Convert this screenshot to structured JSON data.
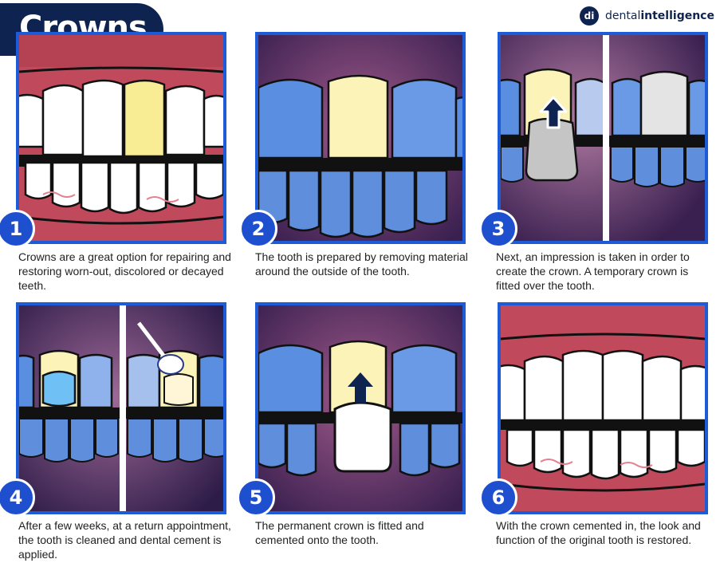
{
  "title": "Crowns",
  "logo": {
    "badge": "di",
    "text_light": "dental",
    "text_bold": "intelligence"
  },
  "colors": {
    "navy": "#0f2350",
    "blue": "#1e5bd6",
    "gum": "#c04a5c",
    "tooth_yellow": "#fbf3b8",
    "tooth_blue": "#5a8ee0"
  },
  "steps": [
    {
      "number": "1",
      "text": "Crowns are a great option for repairing and restoring worn-out, discolored or decayed teeth."
    },
    {
      "number": "2",
      "text": "The tooth is prepared by removing material around the outside of the tooth."
    },
    {
      "number": "3",
      "text": "Next, an impression is taken in order to create the crown. A temporary crown is fitted over the tooth."
    },
    {
      "number": "4",
      "text": "After a few weeks, at a return appointment, the tooth is cleaned and dental cement is applied."
    },
    {
      "number": "5",
      "text": "The permanent crown is fitted and cemented onto the tooth."
    },
    {
      "number": "6",
      "text": "With the crown cemented in, the look and function of the original tooth is restored."
    }
  ]
}
